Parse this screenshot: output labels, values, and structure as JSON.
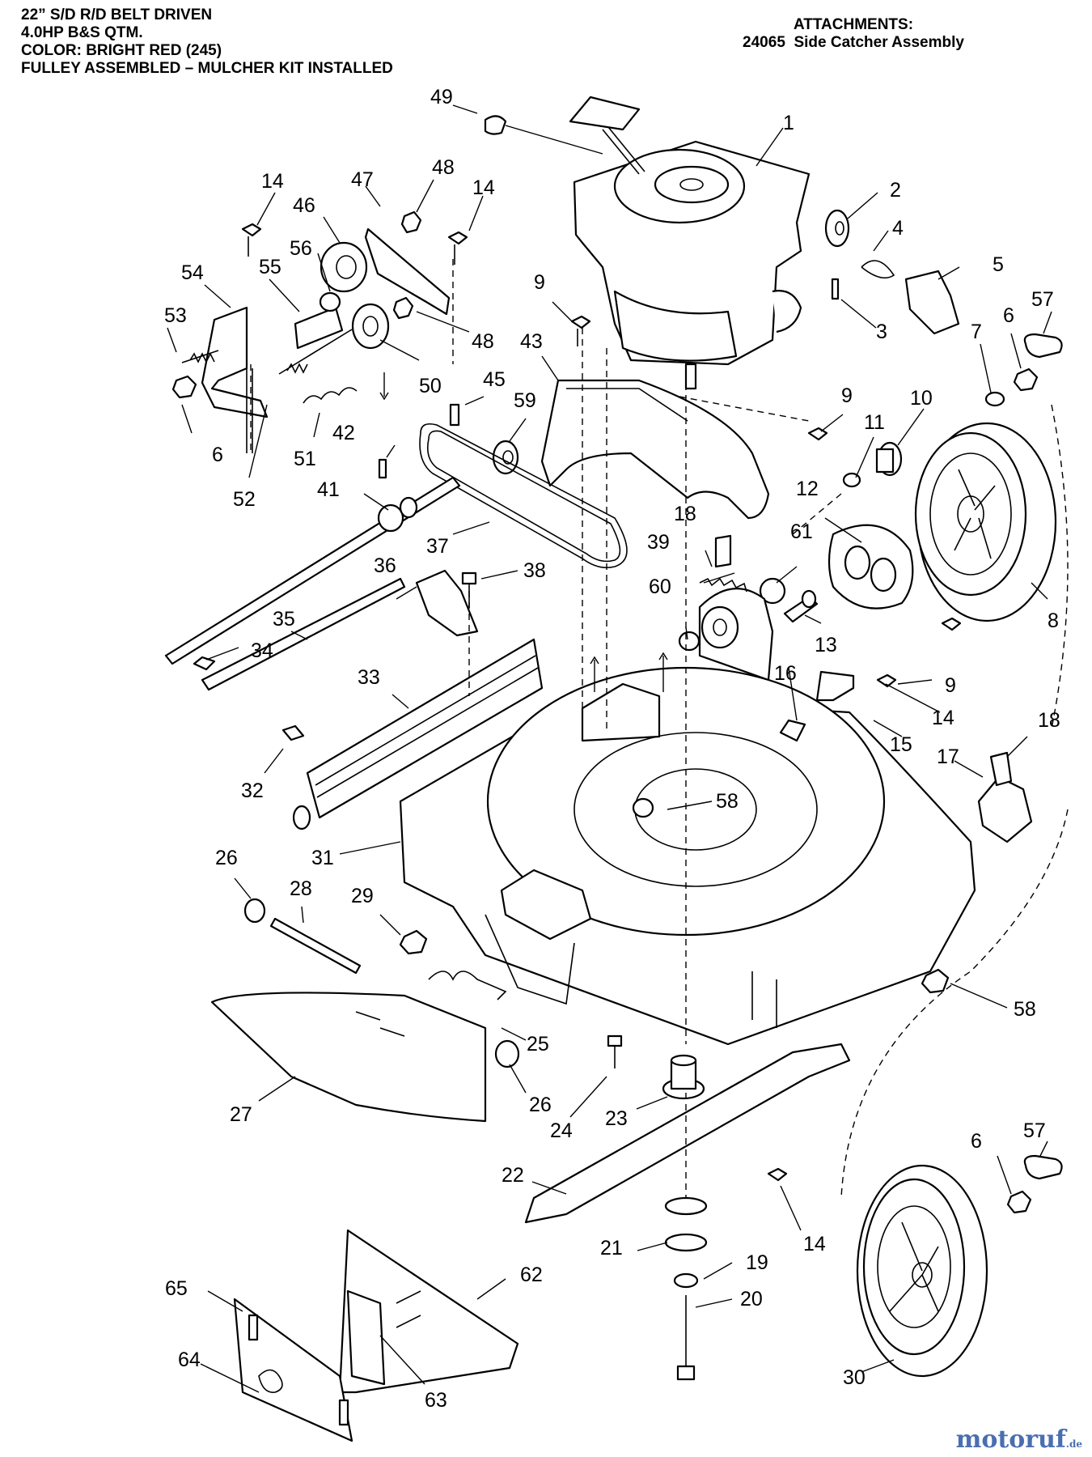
{
  "header_left": [
    "22” S/D R/D BELT DRIVEN",
    "4.0HP B&S QTM.",
    "COLOR: BRIGHT RED (245)",
    "FULLEY ASSEMBLED – MULCHER KIT INSTALLED"
  ],
  "header_right": {
    "title": "ATTACHMENTS:",
    "line": "24065  Side Catcher Assembly"
  },
  "callouts": {
    "c49": "49",
    "c1": "1",
    "c2": "2",
    "c4": "4",
    "c5": "5",
    "c3": "3",
    "c57a": "57",
    "c6a": "6",
    "c7": "7",
    "c14a": "14",
    "c47": "47",
    "c48a": "48",
    "c14b": "14",
    "c46": "46",
    "c56": "56",
    "c54": "54",
    "c55": "55",
    "c53": "53",
    "c48b": "48",
    "c50": "50",
    "c9a": "9",
    "c43": "43",
    "c45": "45",
    "c59": "59",
    "c6b": "6",
    "c51": "51",
    "c52": "52",
    "c42": "42",
    "c41": "41",
    "c37": "37",
    "c9b": "9",
    "c11": "11",
    "c10": "10",
    "c12": "12",
    "c18a": "18",
    "c39": "39",
    "c61": "61",
    "c8": "8",
    "c36": "36",
    "c38": "38",
    "c60": "60",
    "c13": "13",
    "c35": "35",
    "c34": "34",
    "c33": "33",
    "c9c": "9",
    "c16": "16",
    "c14c": "14",
    "c15": "15",
    "c32": "32",
    "c18b": "18",
    "c17": "17",
    "c58a": "58",
    "c31": "31",
    "c26a": "26",
    "c28": "28",
    "c29": "29",
    "c58b": "58",
    "c25": "25",
    "c26b": "26",
    "c27": "27",
    "c24": "24",
    "c23": "23",
    "c57b": "57",
    "c6c": "6",
    "c22": "22",
    "c14d": "14",
    "c21": "21",
    "c19": "19",
    "c20": "20",
    "c30": "30",
    "c62": "62",
    "c65": "65",
    "c64": "64",
    "c63": "63"
  },
  "watermark": {
    "brand": "motoruf",
    "tld": ".de"
  }
}
